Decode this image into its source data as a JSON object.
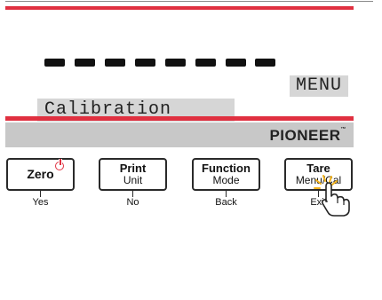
{
  "display": {
    "dashes": [
      "-",
      "-",
      "-",
      "-",
      "-",
      "-",
      "-",
      "-"
    ],
    "menu_label": "MENU",
    "status_text": "Calibration"
  },
  "brand": {
    "name": "PIONEER",
    "mark": "™"
  },
  "keys": [
    {
      "primary": "Zero",
      "secondary": "",
      "sub": "Yes",
      "icon": "power-icon"
    },
    {
      "primary": "Print",
      "secondary": "Unit",
      "sub": "No"
    },
    {
      "primary": "Function",
      "secondary": "Mode",
      "sub": "Back"
    },
    {
      "primary": "Tare",
      "secondary": "Menu/Cal",
      "sub": "Exit",
      "icon": "pointing-hand-icon"
    }
  ],
  "colors": {
    "accent": "#e03040",
    "lcd_field": "#d6d6d6",
    "brand_bar": "#c8c8c8"
  }
}
